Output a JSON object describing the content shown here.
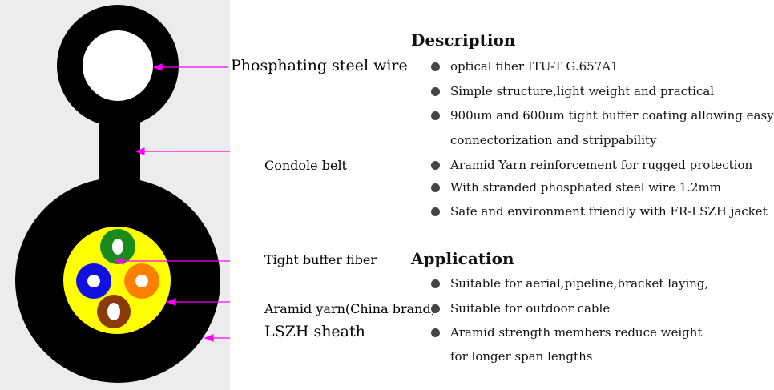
{
  "labels": {
    "steel_wire": "Phosphating steel wire",
    "condole_belt": "Condole belt",
    "tight_buffer": "Tight buffer fiber",
    "aramid": "Aramid yarn(China brand)",
    "lszh": "LSZH sheath"
  },
  "description": {
    "heading": "Description",
    "items": [
      "optical fiber ITU-T G.657A1",
      "Simple structure,light weight and practical",
      "900um and 600um tight buffer coating allowing easy",
      "Aramid Yarn reinforcement  for rugged protection",
      "With stranded phosphated steel wire 1.2mm",
      "Safe and environment friendly with FR-LSZH jacket"
    ],
    "continuation": "connectorization and strippability"
  },
  "application": {
    "heading": "Application",
    "items": [
      "Suitable for aerial,pipeline,bracket laying,",
      "Suitable for outdoor cable",
      "Aramid strength members reduce weight"
    ],
    "continuation": "for longer span lengths"
  },
  "colors": {
    "sheath": "#000000",
    "aramid_fill": "#ffff00",
    "fiber_green": "#1a8a1a",
    "fiber_blue": "#1010e0",
    "fiber_orange": "#ff8000",
    "fiber_brown": "#8b3a0a",
    "pointer": "#ff00ff",
    "bullet": "#444444"
  }
}
